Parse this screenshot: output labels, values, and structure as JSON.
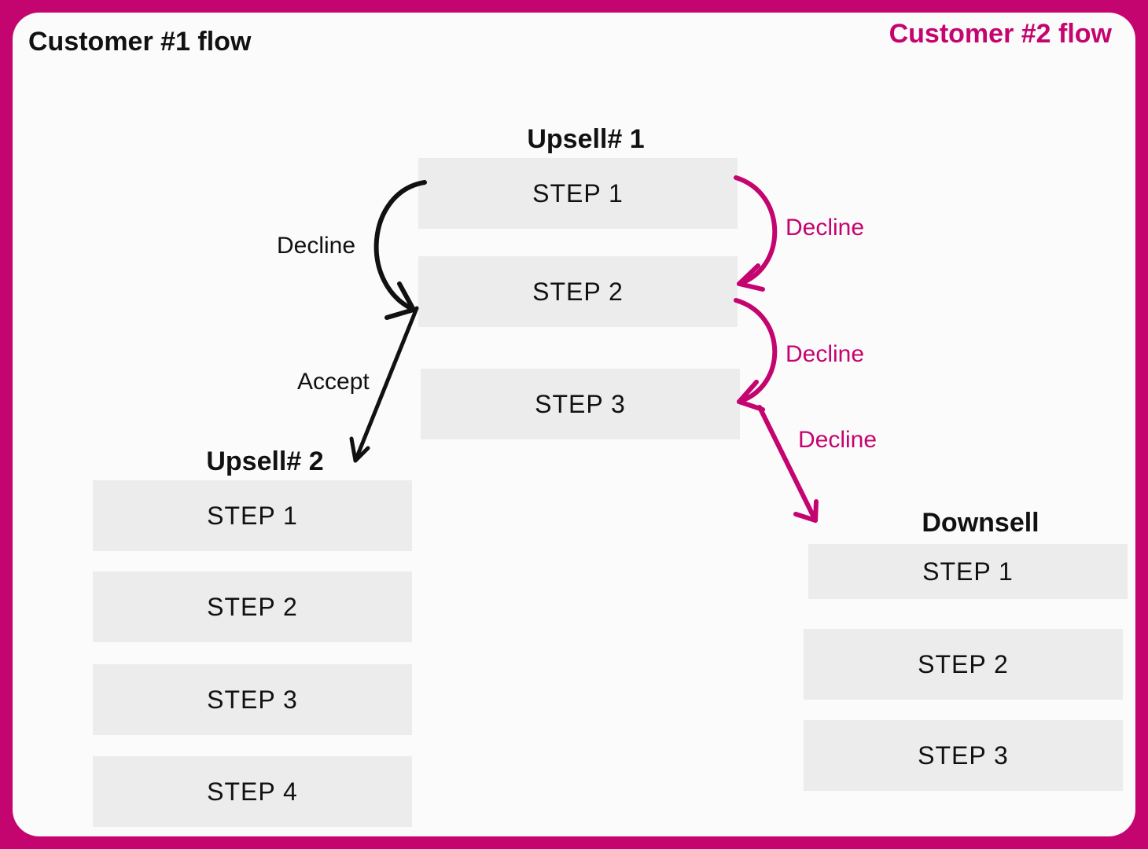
{
  "titles": {
    "customer1": "Customer #1 flow",
    "customer2": "Customer #2 flow"
  },
  "groups": {
    "upsell1": {
      "title": "Upsell# 1",
      "steps": [
        "STEP 1",
        "STEP 2",
        "STEP 3"
      ]
    },
    "upsell2": {
      "title": "Upsell# 2",
      "steps": [
        "STEP 1",
        "STEP 2",
        "STEP 3",
        "STEP 4"
      ]
    },
    "downsell": {
      "title": "Downsell",
      "steps": [
        "STEP 1",
        "STEP 2",
        "STEP 3"
      ]
    }
  },
  "labels": {
    "c1_decline": "Decline",
    "c1_accept": "Accept",
    "c2_decline_1": "Decline",
    "c2_decline_2": "Decline",
    "c2_decline_3": "Decline"
  },
  "colors": {
    "accent": "#c4046f",
    "dark": "#111111",
    "box": "#ececec"
  }
}
